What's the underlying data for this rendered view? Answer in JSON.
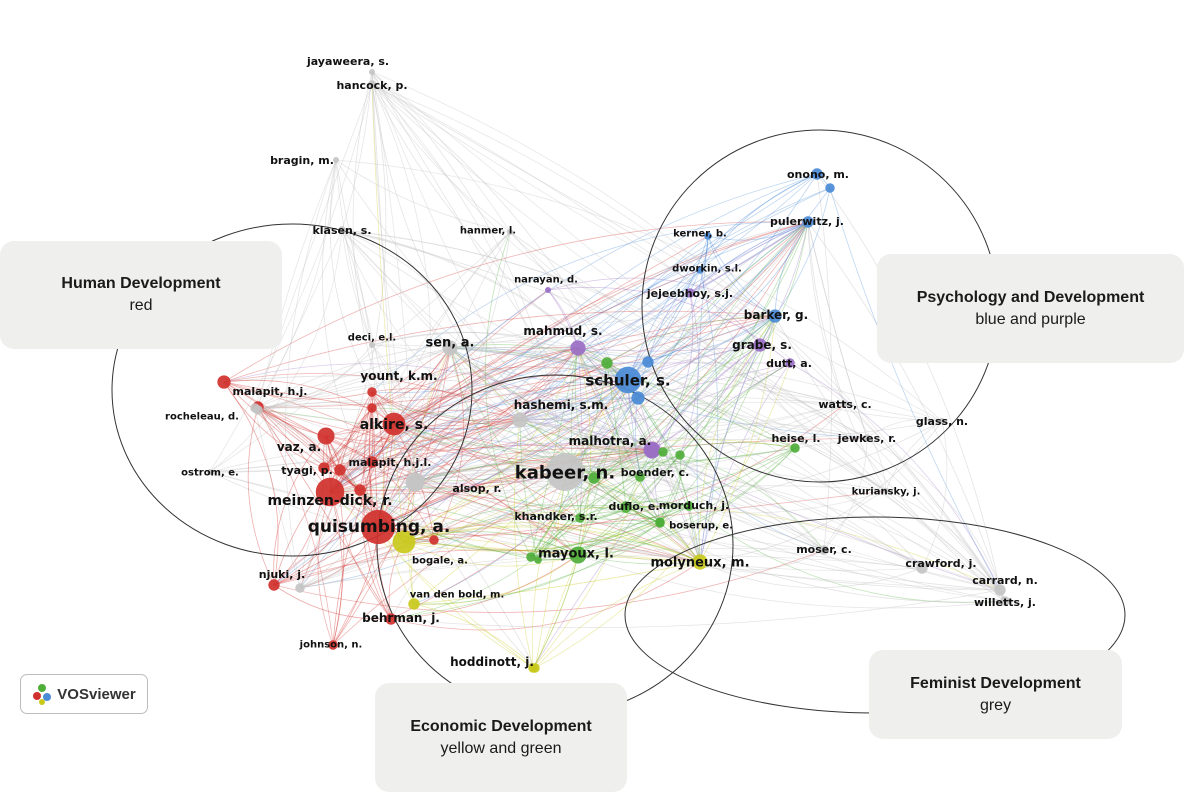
{
  "clusters": [
    {
      "id": "human",
      "title": "Human Development",
      "colors_text": "red",
      "color": "#d63a3a"
    },
    {
      "id": "psych",
      "title": "Psychology and Development",
      "colors_text": "blue and purple",
      "color": "#4a8fd8"
    },
    {
      "id": "fem",
      "title": "Feminist Development",
      "colors_text": "grey",
      "color": "#bdbdbd"
    },
    {
      "id": "econ",
      "title": "Economic Development",
      "colors_text": "yellow and green",
      "color": "#c8c81e"
    }
  ],
  "logo": {
    "text": "VOSviewer",
    "icon": "vosviewer-logo-icon"
  },
  "palette": {
    "red": "#d0312d",
    "blue": "#4a8ad6",
    "purple": "#9a6fc4",
    "green": "#4fae3a",
    "yellow": "#c9c91c",
    "grey": "#c4c4c4"
  },
  "nodes": [
    {
      "label": "jayaweera, s.",
      "color": "grey",
      "size": 3
    },
    {
      "label": "hancock, p.",
      "color": "grey",
      "size": 4
    },
    {
      "label": "bragin, m.",
      "color": "grey",
      "size": 3
    },
    {
      "label": "klasen, s.",
      "color": "grey",
      "size": 4
    },
    {
      "label": "hanmer, l.",
      "color": "grey",
      "size": 3
    },
    {
      "label": "narayan, d.",
      "color": "purple",
      "size": 3
    },
    {
      "label": "onono, m.",
      "color": "blue",
      "size": 6
    },
    {
      "label": "pulerwitz, j.",
      "color": "blue",
      "size": 6
    },
    {
      "label": "kerner, b.",
      "color": "blue",
      "size": 4
    },
    {
      "label": "dworkin, s.l.",
      "color": "blue",
      "size": 4
    },
    {
      "label": "jejeebhoy, s.j.",
      "color": "purple",
      "size": 5
    },
    {
      "label": "barker, g.",
      "color": "blue",
      "size": 7
    },
    {
      "label": "mahmud, s.",
      "color": "purple",
      "size": 8
    },
    {
      "label": "grabe, s.",
      "color": "purple",
      "size": 7
    },
    {
      "label": "dutt, a.",
      "color": "purple",
      "size": 5
    },
    {
      "label": "deci, e.l.",
      "color": "grey",
      "size": 3
    },
    {
      "label": "sen, a.",
      "color": "grey",
      "size": 8
    },
    {
      "label": "schuler, s.",
      "color": "blue",
      "size": 14
    },
    {
      "label": "malapit, h.j.",
      "color": "red",
      "size": 6
    },
    {
      "label": "yount, k.m.",
      "color": "red",
      "size": 5
    },
    {
      "label": "watts, c.",
      "color": "grey",
      "size": 3
    },
    {
      "label": "rocheleau, d.",
      "color": "grey",
      "size": 5
    },
    {
      "label": "hashemi, s.m.",
      "color": "grey",
      "size": 8
    },
    {
      "label": "glass, n.",
      "color": "grey",
      "size": 3
    },
    {
      "label": "alkire, s.",
      "color": "red",
      "size": 12
    },
    {
      "label": "heise, l.",
      "color": "green",
      "size": 5
    },
    {
      "label": "jewkes, r.",
      "color": "grey",
      "size": 4
    },
    {
      "label": "vaz, a.",
      "color": "red",
      "size": 9
    },
    {
      "label": "malhotra, a.",
      "color": "purple",
      "size": 9
    },
    {
      "label": "kabeer, n.",
      "color": "grey",
      "size": 20
    },
    {
      "label": "ostrom, e.",
      "color": "grey",
      "size": 3
    },
    {
      "label": "tyagi, p.",
      "color": "red",
      "size": 6
    },
    {
      "label": "malapit, h.j.l.",
      "color": "red",
      "size": 6
    },
    {
      "label": "boender, c.",
      "color": "green",
      "size": 5
    },
    {
      "label": "alsop, r.",
      "color": "grey",
      "size": 10
    },
    {
      "label": "kuriansky, j.",
      "color": "grey",
      "size": 3
    },
    {
      "label": "meinzen-dick, r.",
      "color": "red",
      "size": 15
    },
    {
      "label": "duflo, e.",
      "color": "green",
      "size": 6
    },
    {
      "label": "morduch, j.",
      "color": "green",
      "size": 5
    },
    {
      "label": "khandker, s.r.",
      "color": "green",
      "size": 5
    },
    {
      "label": "boserup, e.",
      "color": "green",
      "size": 5
    },
    {
      "label": "quisumbing, a.",
      "color": "red",
      "size": 18
    },
    {
      "label": "mayoux, l.",
      "color": "green",
      "size": 9
    },
    {
      "label": "moser, c.",
      "color": "grey",
      "size": 5
    },
    {
      "label": "molyneux, m.",
      "color": "yellow",
      "size": 8
    },
    {
      "label": "bogale, a.",
      "color": "yellow",
      "size": 12
    },
    {
      "label": "crawford, j.",
      "color": "grey",
      "size": 6
    },
    {
      "label": "njuki, j.",
      "color": "red",
      "size": 6
    },
    {
      "label": "carrard, n.",
      "color": "grey",
      "size": 6
    },
    {
      "label": "van den bold, m.",
      "color": "yellow",
      "size": 6
    },
    {
      "label": "willetts, j.",
      "color": "grey",
      "size": 5
    },
    {
      "label": "behrman, j.",
      "color": "red",
      "size": 6
    },
    {
      "label": "johnson, n.",
      "color": "red",
      "size": 5
    },
    {
      "label": "hoddinott, j.",
      "color": "yellow",
      "size": 5
    }
  ]
}
